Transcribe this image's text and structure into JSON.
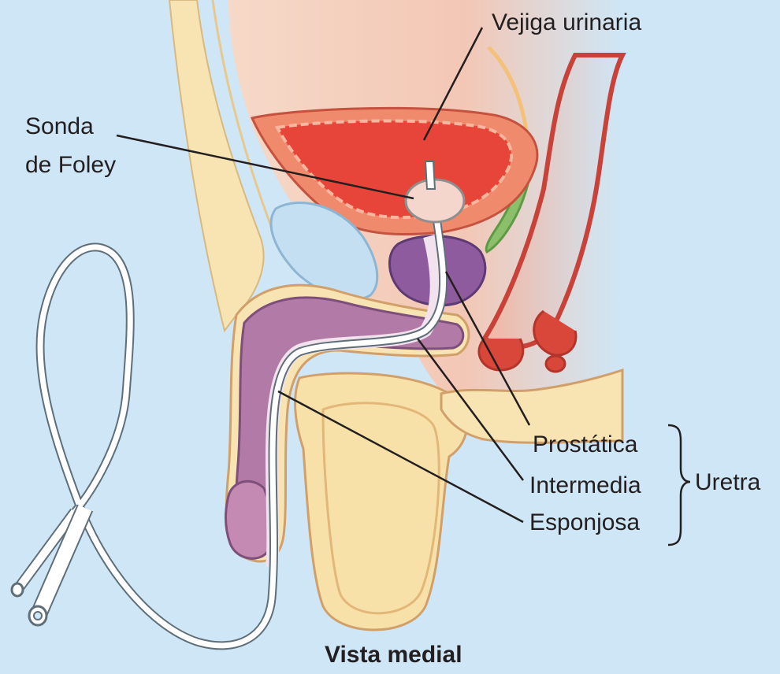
{
  "labels": {
    "bladder": "Vejiga urinaria",
    "foley_line1": "Sonda",
    "foley_line2": "de Foley",
    "prostatic": "Prostática",
    "intermediate": "Intermedia",
    "spongy": "Esponjosa",
    "urethra": "Uretra",
    "caption": "Vista medial"
  },
  "colors": {
    "background": "#cfe6f6",
    "bladder_wall": "#f08a6c",
    "bladder_lumen": "#e8453a",
    "prostate": "#8e5b9e",
    "penile_tissue": "#b27aa6",
    "scrotum": "#f8e1a8",
    "bone": "#f7e4b2",
    "catheter": "#ffffff",
    "seminal_vesicle": "#8cbf6a",
    "rectum": "#d9473a"
  }
}
